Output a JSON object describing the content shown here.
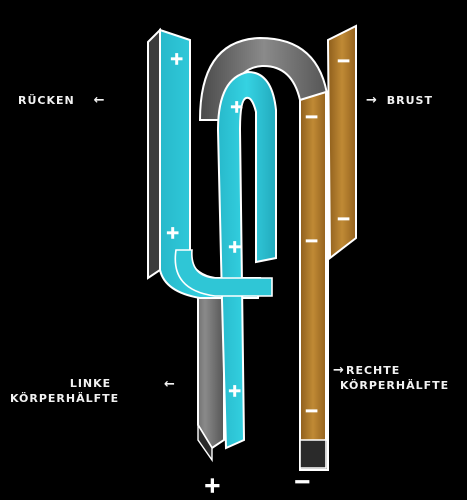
{
  "labels": {
    "ruecken": "RÜCKEN",
    "ruecken_arrow": "←",
    "brust": "BRUST",
    "brust_arrow": "→",
    "linke_line1": "LINKE",
    "linke_line2": "KÖRPERHÄLFTE",
    "linke_arrow": "←",
    "rechte_line1": "RECHTE",
    "rechte_line2": "KÖRPERHÄLFTE",
    "rechte_arrow": "→",
    "bottom_plus": "+",
    "bottom_minus": "−"
  },
  "band_signs": {
    "plus": "+",
    "minus": "−"
  },
  "colors": {
    "background": "#000000",
    "cyan_band": "#2ec8d8",
    "grey_band": "#6f6f6f",
    "brown_band": "#b07a2a",
    "outline": "#ffffff"
  }
}
